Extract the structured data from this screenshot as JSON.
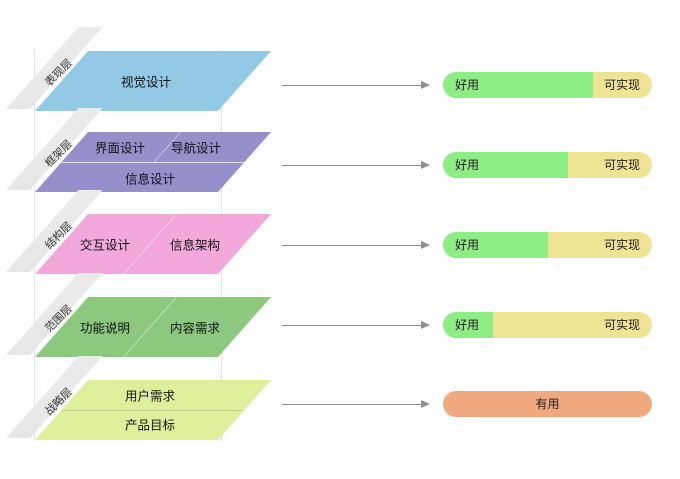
{
  "diagram": {
    "layers": [
      {
        "name": "表现层",
        "color": "#92cae6",
        "items": {
          "main": "视觉设计"
        }
      },
      {
        "name": "框架层",
        "color": "#968fcb",
        "items": {
          "top_left": "界面设计",
          "top_right": "导航设计",
          "bottom": "信息设计"
        }
      },
      {
        "name": "结构层",
        "color": "#f2a8da",
        "items": {
          "left": "交互设计",
          "right": "信息架构"
        }
      },
      {
        "name": "范围层",
        "color": "#8cc87e",
        "items": {
          "left": "功能说明",
          "right": "内容需求"
        }
      },
      {
        "name": "战略层",
        "color": "#e0ef9b",
        "items": {
          "top": "用户需求",
          "bottom": "产品目标"
        }
      }
    ],
    "bars": [
      {
        "segments": [
          {
            "label": "好用",
            "color": "#8cee85",
            "pct": 72
          },
          {
            "label": "可实现",
            "color": "#efe394",
            "pct": 28
          }
        ]
      },
      {
        "segments": [
          {
            "label": "好用",
            "color": "#8cee85",
            "pct": 60
          },
          {
            "label": "可实现",
            "color": "#efe394",
            "pct": 40
          }
        ]
      },
      {
        "segments": [
          {
            "label": "好用",
            "color": "#8cee85",
            "pct": 50
          },
          {
            "label": "可实现",
            "color": "#efe394",
            "pct": 50
          }
        ]
      },
      {
        "segments": [
          {
            "label": "好用",
            "color": "#8cee85",
            "pct": 24
          },
          {
            "label": "可实现",
            "color": "#efe394",
            "pct": 76
          }
        ]
      },
      {
        "segments": [
          {
            "label": "有用",
            "color": "#f0a87e",
            "pct": 100
          }
        ]
      }
    ],
    "colors": {
      "arrow": "#8f8f8f",
      "guide_line": "#e4e4e4",
      "ribbon": "#e9e9e9",
      "text": "#1c1c1c"
    }
  }
}
